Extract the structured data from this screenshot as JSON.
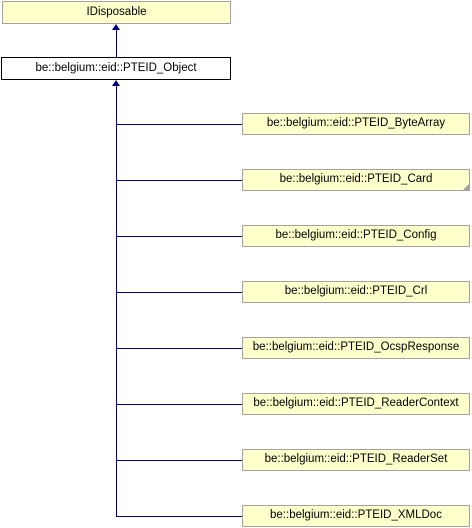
{
  "diagram": {
    "interface": "IDisposable",
    "base_class": "be::belgium::eid::PTEID_Object",
    "derived_classes": [
      "be::belgium::eid::PTEID_ByteArray",
      "be::belgium::eid::PTEID_Card",
      "be::belgium::eid::PTEID_Config",
      "be::belgium::eid::PTEID_Crl",
      "be::belgium::eid::PTEID_OcspResponse",
      "be::belgium::eid::PTEID_ReaderContext",
      "be::belgium::eid::PTEID_ReaderSet",
      "be::belgium::eid::PTEID_XMLDoc"
    ],
    "colors": {
      "node_fill": "#ffffcc",
      "node_border": "#a3a3a3",
      "current_fill": "#ffffff",
      "current_border": "#000000",
      "edge": "#000080"
    }
  }
}
